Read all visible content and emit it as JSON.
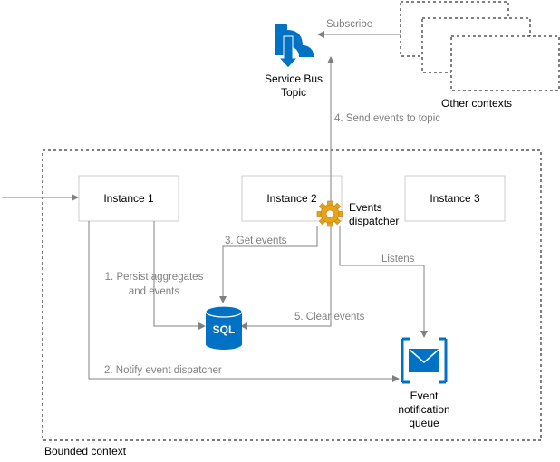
{
  "diagram": {
    "bounded_context_label": "Bounded context",
    "other_contexts_label": "Other contexts",
    "service_bus_label_1": "Service Bus",
    "service_bus_label_2": "Topic",
    "instance1_label": "Instance 1",
    "instance2_label": "Instance 2",
    "instance3_label": "Instance 3",
    "dispatcher_label_1": "Events",
    "dispatcher_label_2": "dispatcher",
    "sql_label": "SQL",
    "queue_label_1": "Event",
    "queue_label_2": "notification",
    "queue_label_3": "queue"
  },
  "edges": {
    "subscribe": "Subscribe",
    "send_events": "4. Send events to topic",
    "get_events": "3. Get events",
    "persist_1": "1. Persist aggregates",
    "persist_2": "and events",
    "clear_events": "5. Clear events",
    "listens": "Listens",
    "notify": "2. Notify event dispatcher"
  },
  "colors": {
    "azure_blue": "#0072C6",
    "gear_gold": "#E8A317",
    "edge_gray": "#808080",
    "box_border": "#CCCCCC"
  },
  "icons": {
    "service_bus": "service-bus-topic-icon",
    "sql": "sql-database-icon",
    "queue": "queue-envelope-icon",
    "dispatcher": "gear-icon"
  }
}
